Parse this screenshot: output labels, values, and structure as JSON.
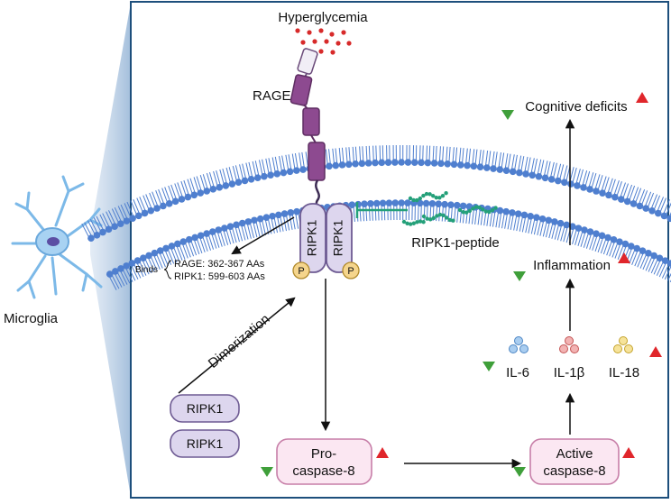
{
  "labels": {
    "hyperglycemia": "Hyperglycemia",
    "rage": "RAGE",
    "microglia": "Microglia",
    "ripk1": "RIPK1",
    "phospho": "P",
    "peptide": "RIPK1-peptide",
    "binds": "Binds",
    "binds_rage": "RAGE: 362-367 AAs",
    "binds_ripk1": "RIPK1: 599-603 AAs",
    "dimerization": "Dimerization",
    "procasp_line1": "Pro-",
    "procasp_line2": "caspase-8",
    "activecasp_line1": "Active",
    "activecasp_line2": "caspase-8",
    "il6": "IL-6",
    "il1b": "IL-1β",
    "il18": "IL-18",
    "inflammation": "Inflammation",
    "cognitive": "Cognitive deficits"
  },
  "colors": {
    "frame": "#1d4f7c",
    "membrane": "#4f7fcf",
    "rage": "#8d4a90",
    "ripk1_fill": "#ddd6ee",
    "ripk1_stroke": "#6e5b93",
    "phospho_fill": "#f5d58c",
    "peptide": "#24a079",
    "inhibit": "#24a079",
    "caspase_fill": "#fbe7f2",
    "caspase_stroke": "#c77ea8",
    "up_arrow": "#e0262b",
    "down_arrow": "#3f9f3a",
    "il6": "#78aee0",
    "il1b": "#e07b7b",
    "il18": "#efcf5c",
    "microglia": "#7cb9e8"
  }
}
